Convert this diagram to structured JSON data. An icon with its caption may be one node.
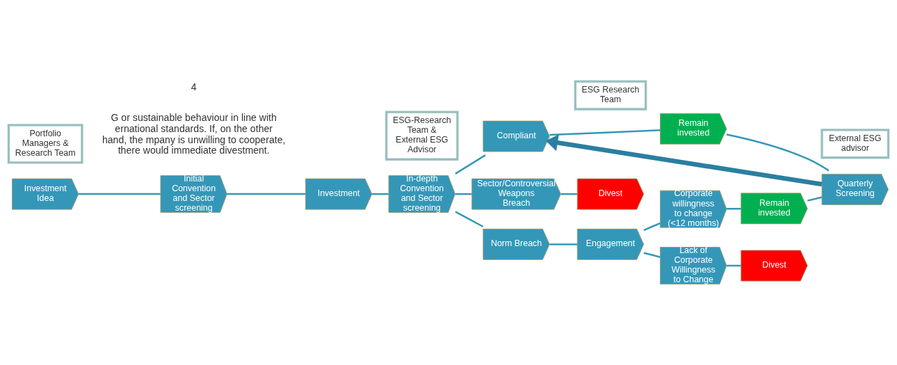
{
  "diagram": {
    "nodes": [
      {
        "text": [
          "Investment Idea"
        ]
      },
      {
        "text": [
          "Initial Convention and Sector screening"
        ]
      },
      {
        "text": [
          "Investment"
        ]
      },
      {
        "text": [
          "In-depth Convention and Sector screening"
        ]
      },
      {
        "text": [
          "Compliant"
        ]
      },
      {
        "text": [
          "Remain invested"
        ]
      },
      {
        "text": [
          "Sector/Controversial Weapons Breach"
        ]
      },
      {
        "text": [
          "Divest"
        ]
      },
      {
        "text": [
          "Norm Breach"
        ]
      },
      {
        "text": [
          "Engagement"
        ]
      },
      {
        "text": [
          "Corporate willingness to change (<12 months)"
        ]
      },
      {
        "text": [
          "Remain invested"
        ]
      },
      {
        "text": [
          "Lack of Corporate Willingness to Change"
        ]
      },
      {
        "text": [
          "Divest"
        ]
      },
      {
        "text": [
          "Quarterly Screening"
        ]
      },
      {
        "text": [
          "Portfolio Managers & Research Team"
        ]
      },
      {
        "text": [
          "ESG-Research Team & External ESG Advisor"
        ]
      },
      {
        "text": [
          "ESG Research Team"
        ]
      },
      {
        "text": [
          "External ESG advisor"
        ]
      }
    ],
    "edges": [
      {
        "from": 0,
        "to": 1,
        "arrow": "none"
      },
      {
        "from": 1,
        "to": 2,
        "arrow": "none"
      },
      {
        "from": 2,
        "to": 3,
        "arrow": "none"
      },
      {
        "from": 3,
        "to": 4,
        "arrow": "none"
      },
      {
        "from": 3,
        "to": 6,
        "arrow": "none"
      },
      {
        "from": 3,
        "to": 8,
        "arrow": "none"
      },
      {
        "from": 4,
        "to": 5,
        "arrow": "none"
      },
      {
        "from": 6,
        "to": 7,
        "arrow": "none"
      },
      {
        "from": 8,
        "to": 9,
        "arrow": "none"
      },
      {
        "from": 9,
        "to": 10,
        "arrow": "none"
      },
      {
        "from": 9,
        "to": 12,
        "arrow": "none"
      },
      {
        "from": 10,
        "to": 11,
        "arrow": "none"
      },
      {
        "from": 12,
        "to": 13,
        "arrow": "none"
      },
      {
        "from": 5,
        "to": 14,
        "arrow": "none"
      },
      {
        "from": 11,
        "to": 14,
        "arrow": "none"
      },
      {
        "from": 14,
        "to": 4,
        "arrow": "to",
        "style": "thick"
      }
    ],
    "labels": [
      "G or sustainable behaviour in line with ernational standards. If, on the other hand, the mpany is unwilling to cooperate, there would immediate divestment.",
      "4"
    ]
  }
}
